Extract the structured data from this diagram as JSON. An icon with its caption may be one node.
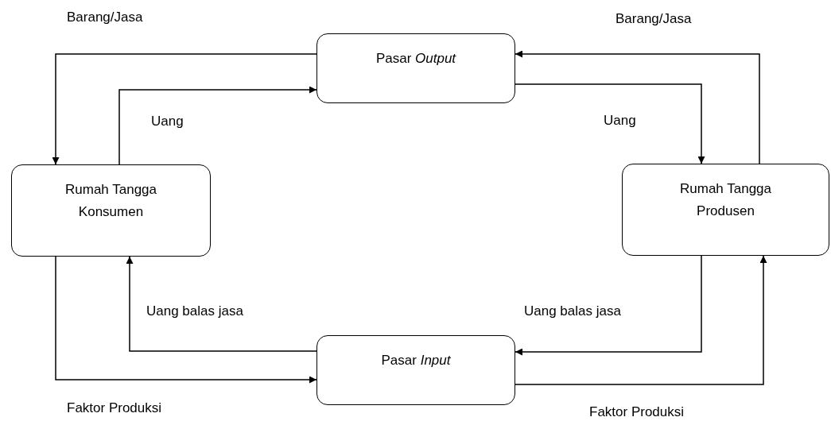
{
  "diagram": {
    "nodes": [
      {
        "text": [
          "Pasar *Output*"
        ]
      },
      {
        "text": [
          "Rumah Tangga Konsumen"
        ]
      },
      {
        "text": [
          "Rumah Tangga Produsen"
        ]
      },
      {
        "text": [
          "Pasar *Input*"
        ]
      }
    ],
    "edges": [
      {
        "from": 0,
        "to": 1,
        "arrow": "to",
        "label": "Barang/Jasa"
      },
      {
        "from": 1,
        "to": 0,
        "arrow": "to",
        "label": "Uang"
      },
      {
        "from": 2,
        "to": 0,
        "arrow": "to",
        "label": "Barang/Jasa"
      },
      {
        "from": 0,
        "to": 2,
        "arrow": "to",
        "label": "Uang"
      },
      {
        "from": 3,
        "to": 1,
        "arrow": "to",
        "label": "Uang balas jasa"
      },
      {
        "from": 1,
        "to": 3,
        "arrow": "to",
        "label": "Faktor Produksi"
      },
      {
        "from": 2,
        "to": 3,
        "arrow": "to",
        "label": "Uang balas jasa"
      },
      {
        "from": 3,
        "to": 2,
        "arrow": "to",
        "label": "Faktor Produksi"
      }
    ]
  }
}
